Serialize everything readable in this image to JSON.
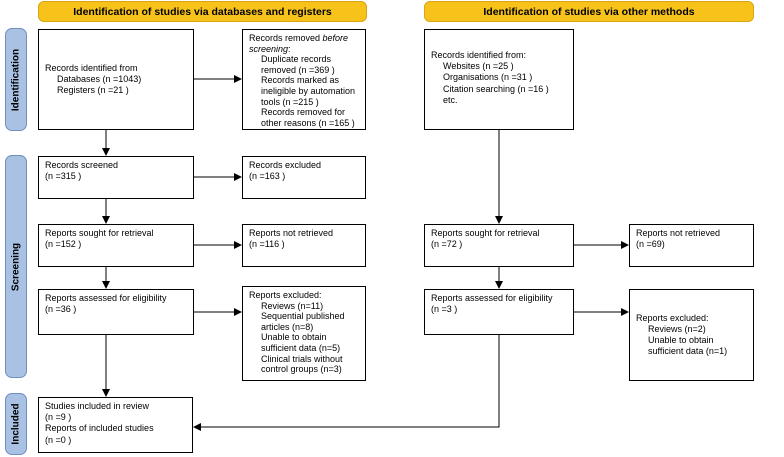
{
  "headers": {
    "left": "Identification of studies via databases and registers",
    "right": "Identification of studies via other methods"
  },
  "phases": {
    "identification": "Identification",
    "screening": "Screening",
    "included": "Included"
  },
  "boxes": {
    "records_identified": {
      "title": "Records identified from",
      "lines": [
        "Databases (n =1043)",
        "Registers (n =21 )"
      ]
    },
    "records_removed": {
      "title_plain": "Records removed ",
      "title_italic": "before screening",
      "title_end": ":",
      "lines": [
        "Duplicate records removed (n =369 )",
        "Records marked as ineligible by automation tools (n =215 )",
        "Records removed for other reasons (n =165 )"
      ]
    },
    "records_screened": {
      "title": "Records screened",
      "count": "(n =315 )"
    },
    "records_excluded": {
      "title": "Records excluded",
      "count": "(n =163 )"
    },
    "reports_sought": {
      "title": "Reports sought for retrieval",
      "count": "(n =152 )"
    },
    "reports_not_retrieved": {
      "title": "Reports not retrieved",
      "count": "(n =116 )"
    },
    "reports_assessed": {
      "title": "Reports assessed for eligibility",
      "count": "(n =36 )"
    },
    "reports_excluded": {
      "title": "Reports excluded:",
      "lines": [
        "Reviews (n=11)",
        "Sequential published articles (n=8)",
        "Unable to obtain sufficient data (n=5)",
        "Clinical trials without control groups (n=3)"
      ]
    },
    "studies_included": {
      "lines": [
        "Studies included in review",
        "(n =9 )",
        "Reports of included studies",
        "(n =0 )"
      ]
    },
    "other_identified": {
      "title": "Records identified from:",
      "lines": [
        "Websites (n =25 )",
        "Organisations (n =31 )",
        "Citation searching (n =16 )",
        "etc."
      ]
    },
    "other_sought": {
      "title": "Reports sought for retrieval",
      "count": "(n =72 )"
    },
    "other_not_retrieved": {
      "title": "Reports not retrieved",
      "count": "(n =69)"
    },
    "other_assessed": {
      "title": "Reports assessed for eligibility",
      "count": "(n =3 )"
    },
    "other_excluded": {
      "title": "Reports excluded:",
      "lines": [
        "Reviews (n=2)",
        "Unable to obtain sufficient data (n=1)"
      ]
    }
  }
}
